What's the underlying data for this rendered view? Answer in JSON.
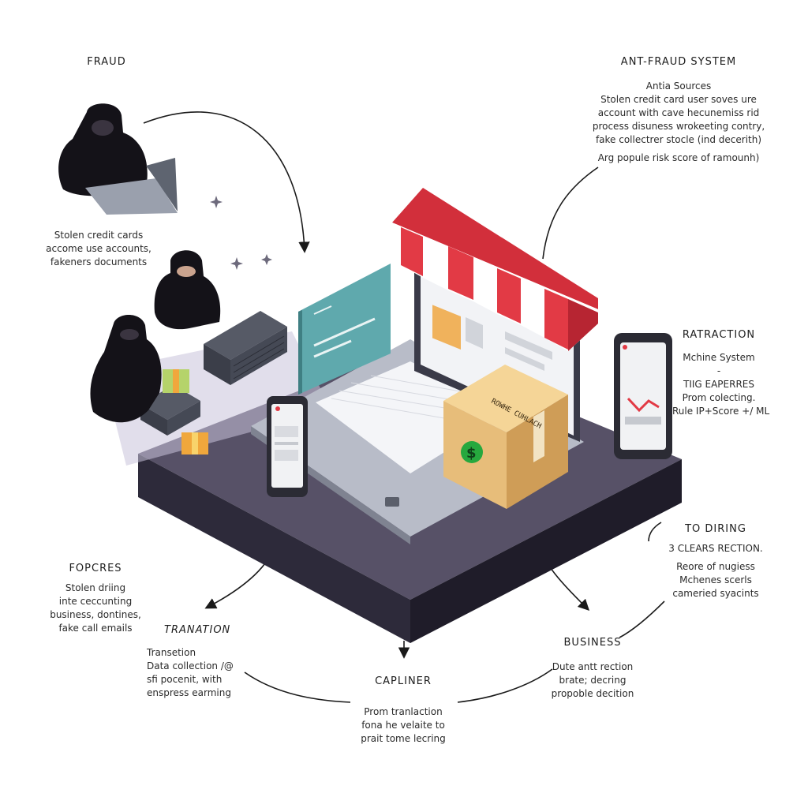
{
  "fraud": {
    "title": "FRAUD",
    "lines": [
      "Stolen credit cards",
      "accome use accounts,",
      "fakeners documents"
    ]
  },
  "anti_fraud": {
    "title": "ANT-FRAUD SYSTEM",
    "lines": [
      "Antia Sources",
      "Stolen credit card user soves ure",
      "account with cave hecunemiss rid",
      "process disuness wrokeeting contry,",
      "fake collectrer stocle (ind decerith)"
    ],
    "footer": "Arg popule risk score of ramounh)"
  },
  "ratraction": {
    "title": "RATRACTION",
    "lines": [
      "Mchine System",
      "-",
      "TIIG EAPERRES",
      "Prom colecting.",
      "Rule IP+Score +/ ML"
    ]
  },
  "to_diring": {
    "title": "TO DIRING",
    "lines": [
      "3 CLEARS RECTION.",
      "Reore of nugiess",
      "Mchenes scerls",
      "cameried syacints"
    ]
  },
  "fopcres": {
    "title": "FOPCRES",
    "lines": [
      "Stolen driing",
      "inte ceccunting",
      "business, dontines,",
      "fake call emails"
    ]
  },
  "tranation": {
    "title": "TRANATION",
    "lines": [
      "Transetion",
      "Data collection /@",
      "sfi pocenit, with",
      "enspress earming"
    ]
  },
  "capliner": {
    "title": "CAPLINER",
    "lines": [
      "Prom tranlaction",
      "fona he velaite to",
      "prait tome lecring"
    ]
  },
  "business": {
    "title": "BUSINESS",
    "lines": [
      "Dute antt rection",
      "brate; decring",
      "propoble decition"
    ]
  },
  "box_label": "ROWHE CUHLACH",
  "colors": {
    "platform_top": "#575167",
    "platform_side": "#2d2a3a",
    "awning_red": "#e23a45",
    "screen_teal": "#5fa9ad",
    "box_kraft": "#e7bd7a",
    "dollar_green": "#26a83e",
    "hacker": "#141218"
  },
  "icons": [
    "hacker-figure",
    "laptop-icon",
    "storefront-awning",
    "monitor-icon",
    "smartphone-icon",
    "package-box-icon",
    "dollar-icon",
    "gift-icon",
    "server-icon",
    "sparkle-icon"
  ]
}
